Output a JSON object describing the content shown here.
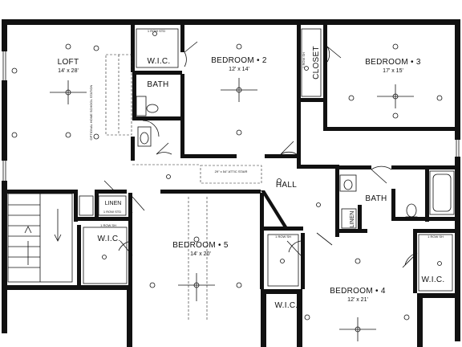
{
  "rooms": {
    "loft": {
      "name": "LOFT",
      "dim": "14' x 28'"
    },
    "bedroom2": {
      "name": "BEDROOM • 2",
      "dim": "12' x 14'"
    },
    "bedroom3": {
      "name": "BEDROOM • 3",
      "dim": "17' x 15'"
    },
    "bedroom4": {
      "name": "BEDROOM • 4",
      "dim": "12' x 21'"
    },
    "bedroom5": {
      "name": "BEDROOM • 5",
      "dim": "14' x 20'"
    },
    "closet": "CLOSET",
    "hall": "HALL",
    "bath_top": "BATH",
    "bath_right": "BATH",
    "linen_left": "LINEN",
    "linen_right": "LINEN",
    "wic_top": "W.I.C.",
    "wic_left": "W.I.C.",
    "wic_b4_left": "W.I.C.",
    "wic_b4_right": "W.I.C."
  },
  "notes": {
    "attic_stair": "29\" x 54\" ATTIC STAIR",
    "optional_station": "OPTIONAL HOME SCHOOL STATION",
    "shelf": "1 ROW SH",
    "shelf_std": "1 ROW STD"
  }
}
